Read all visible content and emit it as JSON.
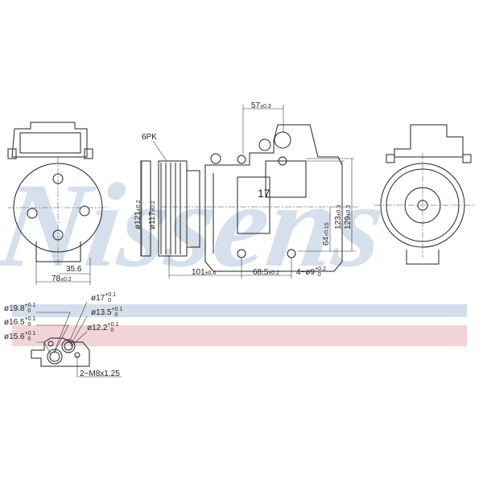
{
  "watermark": "Nissens",
  "colors": {
    "stripe_blue": "#d3dfeb",
    "stripe_pink": "#f3d3da",
    "line": "#222222",
    "watermark": "#c9d6e6"
  },
  "side_view": {
    "dim_bolt_offset": "35.6",
    "dim_width": "78",
    "dim_width_tol": "±0.2"
  },
  "main_view": {
    "belt": "6PK",
    "port_spacing": "57",
    "port_spacing_tol": "±0.3",
    "pulley_outer": "ø121",
    "pulley_outer_tol": "±0.2",
    "pulley_inner": "ø117",
    "pulley_inner_tol": "±0.2",
    "mount_label": "17",
    "height_low": "64",
    "height_low_tol": "±0.15",
    "height_mid": "123",
    "height_mid_tol": "±0.3",
    "height_high": "129",
    "height_high_tol": "±0.3",
    "pulley_to_mount": "101",
    "pulley_to_mount_tol": "±0.4",
    "mount_spacing": "68.5",
    "mount_spacing_tol": "±0.2",
    "mount_holes": "4−ø9",
    "mount_holes_tol_up": "+0.2",
    "mount_holes_tol_down": "0"
  },
  "port_detail": {
    "d1": "ø19.8",
    "d2": "ø16.5",
    "d3": "ø15.6",
    "d4": "ø17",
    "d5": "ø13.5",
    "d6": "ø12.2",
    "tol_up": "+0.1",
    "tol_down": "0",
    "thread": "2−M8x1.25"
  }
}
